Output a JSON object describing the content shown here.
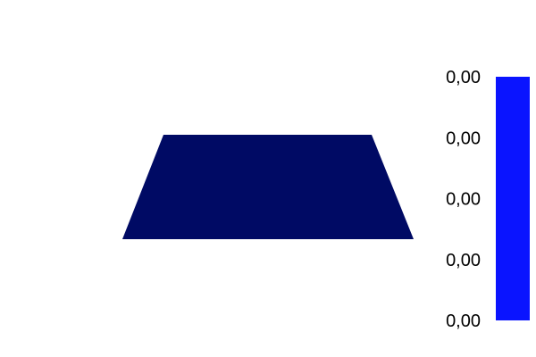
{
  "chart_data": {
    "type": "heatmap",
    "title": "",
    "xlabel": "",
    "ylabel": "",
    "grid": false,
    "shape": "trapezoid",
    "values": [
      0
    ],
    "colors": {
      "surface": "#000a64",
      "colorbar": "#0a14ff"
    },
    "colorbar": {
      "range": [
        0,
        0
      ],
      "ticks": [
        {
          "value": 0,
          "label": "0,00"
        },
        {
          "value": 0,
          "label": "0,00"
        },
        {
          "value": 0,
          "label": "0,00"
        },
        {
          "value": 0,
          "label": "0,00"
        },
        {
          "value": 0,
          "label": "0,00"
        }
      ]
    }
  }
}
